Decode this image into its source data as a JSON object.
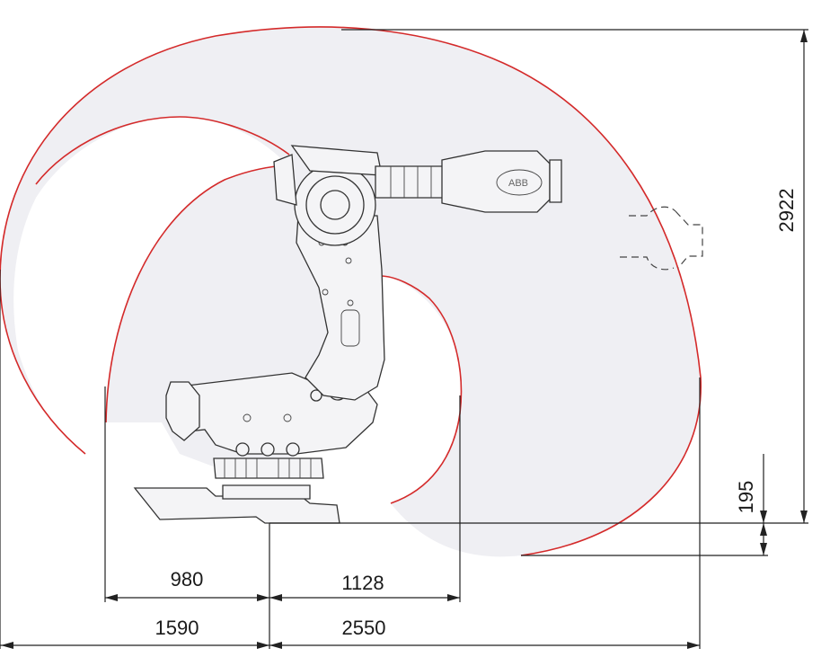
{
  "diagram": {
    "logo_text": "ABB",
    "dimensions": {
      "reach_top_height": "2922",
      "base_offset": "195",
      "inner_radius_left": "980",
      "inner_radius_right": "1128",
      "outer_radius_left": "1590",
      "outer_radius_right": "2550"
    },
    "colors": {
      "envelope_outline": "#d42a2a",
      "envelope_fill": "#efeff3",
      "lines": "#222222"
    }
  }
}
